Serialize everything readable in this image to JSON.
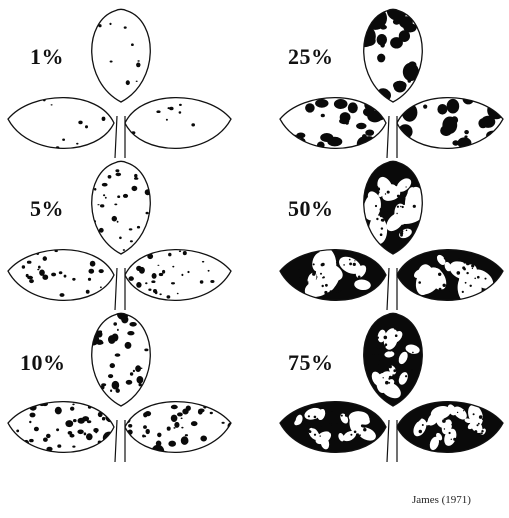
{
  "labels": [
    "1%",
    "5%",
    "10%",
    "25%",
    "50%",
    "75%"
  ],
  "credit": "James (1971)",
  "severity_fractions": [
    0.01,
    0.05,
    0.1,
    0.25,
    0.5,
    0.75
  ],
  "colors": {
    "leaf_fill": "#ffffff",
    "leaf_outline": "#111111",
    "lesion": "#0a0a0a"
  }
}
